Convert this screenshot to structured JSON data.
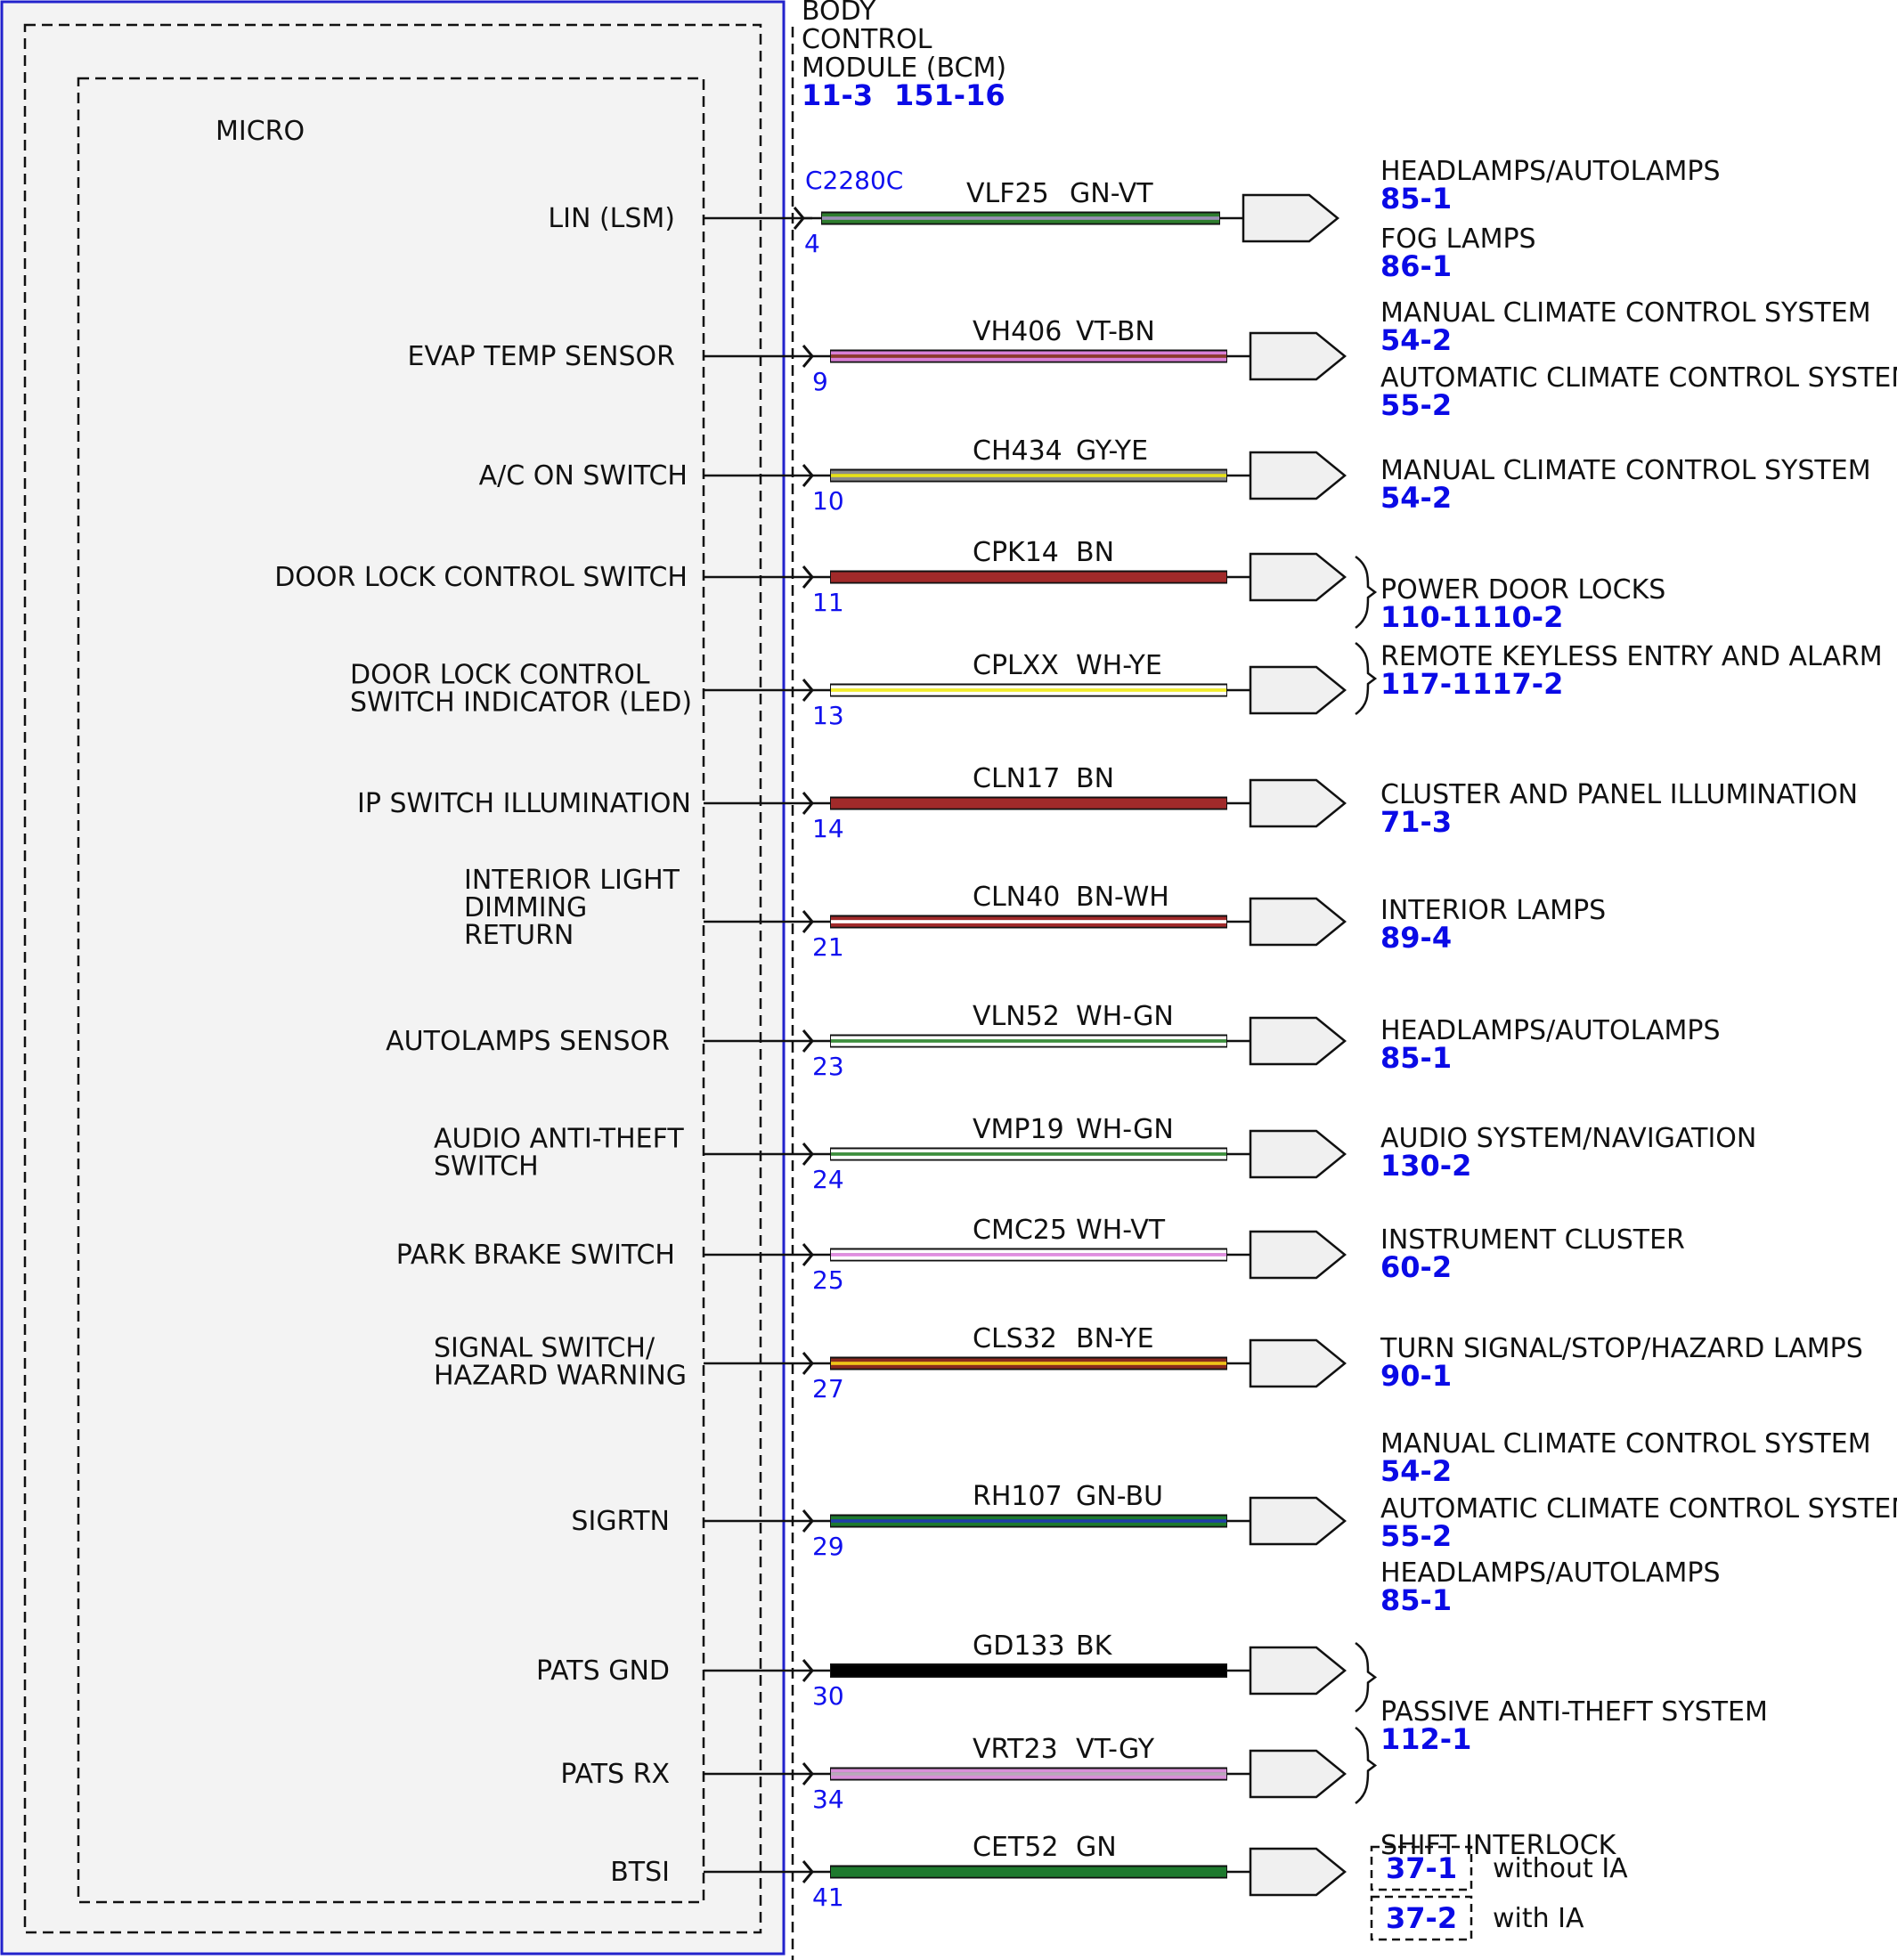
{
  "module": {
    "title_lines": [
      "BODY",
      "CONTROL",
      "MODULE (BCM)"
    ],
    "refs": [
      "11-3",
      "151-16"
    ],
    "inner_label": "MICRO",
    "connector": "C2280C"
  },
  "colors": {
    "module_border": "#2222cc",
    "ref_text": "#0a0ae6",
    "pin_text": "#1010ee",
    "box_fill": "#f3f3f3"
  },
  "circuits": [
    {
      "signal": [
        "LIN (LSM)"
      ],
      "pin": "4",
      "wire": "VLF25",
      "color_code": "GN-VT",
      "stripes": [
        "#2e7d2e",
        "#9a8fb5",
        "#2e7d2e"
      ],
      "thick": false
    },
    {
      "signal": [
        "EVAP TEMP SENSOR"
      ],
      "pin": "9",
      "wire": "VH406",
      "color_code": "VT-BN",
      "stripes": [
        "#d97fd6",
        "#8b3a2b",
        "#d97fd6"
      ],
      "thick": false
    },
    {
      "signal": [
        "A/C ON SWITCH"
      ],
      "pin": "10",
      "wire": "CH434",
      "color_code": "GY-YE",
      "stripes": [
        "#8a8a8a",
        "#e8e21a",
        "#8a8a8a"
      ],
      "thick": false
    },
    {
      "signal": [
        "DOOR LOCK CONTROL SWITCH"
      ],
      "pin": "11",
      "wire": "CPK14",
      "color_code": "BN",
      "stripes": [
        "#a12a2a"
      ],
      "thick": false
    },
    {
      "signal": [
        "DOOR LOCK CONTROL",
        "SWITCH INDICATOR (LED)"
      ],
      "pin": "13",
      "wire": "CPLXX",
      "color_code": "WH-YE",
      "stripes": [
        "#ffffff",
        "#f2ee2a",
        "#ffffff"
      ],
      "thick": false
    },
    {
      "signal": [
        "IP SWITCH ILLUMINATION"
      ],
      "pin": "14",
      "wire": "CLN17",
      "color_code": "BN",
      "stripes": [
        "#a12a2a"
      ],
      "thick": false
    },
    {
      "signal": [
        "INTERIOR LIGHT",
        "DIMMING",
        "RETURN"
      ],
      "pin": "21",
      "wire": "CLN40",
      "color_code": "BN-WH",
      "stripes": [
        "#a12a2a",
        "#ffffff",
        "#a12a2a"
      ],
      "thick": false
    },
    {
      "signal": [
        "AUTOLAMPS SENSOR"
      ],
      "pin": "23",
      "wire": "VLN52",
      "color_code": "WH-GN",
      "stripes": [
        "#ffffff",
        "#3c8f3c",
        "#ffffff"
      ],
      "thick": false
    },
    {
      "signal": [
        "AUDIO ANTI-THEFT",
        "SWITCH"
      ],
      "pin": "24",
      "wire": "VMP19",
      "color_code": "WH-GN",
      "stripes": [
        "#ffffff",
        "#3c8f3c",
        "#ffffff"
      ],
      "thick": false
    },
    {
      "signal": [
        "PARK BRAKE SWITCH"
      ],
      "pin": "25",
      "wire": "CMC25",
      "color_code": "WH-VT",
      "stripes": [
        "#ffffff",
        "#e08de0",
        "#ffffff"
      ],
      "thick": false
    },
    {
      "signal": [
        "SIGNAL SWITCH/",
        "HAZARD WARNING"
      ],
      "pin": "27",
      "wire": "CLS32",
      "color_code": "BN-YE",
      "stripes": [
        "#8b2a1e",
        "#f0c419",
        "#8b2a1e"
      ],
      "thick": false
    },
    {
      "signal": [
        "SIGRTN"
      ],
      "pin": "29",
      "wire": "RH107",
      "color_code": "GN-BU",
      "stripes": [
        "#1e7a2e",
        "#1f3fa8",
        "#1e7a2e"
      ],
      "thick": false
    },
    {
      "signal": [
        "PATS GND"
      ],
      "pin": "30",
      "wire": "GD133",
      "color_code": "BK",
      "stripes": [
        "#000000"
      ],
      "thick": true
    },
    {
      "signal": [
        "PATS RX"
      ],
      "pin": "34",
      "wire": "VRT23",
      "color_code": "VT-GY",
      "stripes": [
        "#d98fd8",
        "#b9a9b9",
        "#d98fd8"
      ],
      "thick": false
    },
    {
      "signal": [
        "BTSI"
      ],
      "pin": "41",
      "wire": "CET52",
      "color_code": "GN",
      "stripes": [
        "#1e7a2e"
      ],
      "thick": false
    }
  ],
  "destinations": [
    {
      "name": "HEADLAMPS/AUTOLAMPS",
      "refs": [
        "85-1"
      ]
    },
    {
      "name": "FOG LAMPS",
      "refs": [
        "86-1"
      ]
    },
    {
      "name": "MANUAL CLIMATE CONTROL SYSTEM",
      "refs": [
        "54-2"
      ]
    },
    {
      "name": "AUTOMATIC CLIMATE CONTROL SYSTEM",
      "refs": [
        "55-2"
      ]
    },
    {
      "name": "MANUAL CLIMATE CONTROL SYSTEM",
      "refs": [
        "54-2"
      ]
    },
    {
      "name": "POWER DOOR LOCKS",
      "refs": [
        "110-1",
        "110-2"
      ]
    },
    {
      "name": "REMOTE KEYLESS ENTRY AND ALARM",
      "refs": [
        "117-1",
        "117-2"
      ]
    },
    {
      "name": "CLUSTER AND PANEL ILLUMINATION",
      "refs": [
        "71-3"
      ]
    },
    {
      "name": "INTERIOR LAMPS",
      "refs": [
        "89-4"
      ]
    },
    {
      "name": "HEADLAMPS/AUTOLAMPS",
      "refs": [
        "85-1"
      ]
    },
    {
      "name": "AUDIO SYSTEM/NAVIGATION",
      "refs": [
        "130-2"
      ]
    },
    {
      "name": "INSTRUMENT CLUSTER",
      "refs": [
        "60-2"
      ]
    },
    {
      "name": "TURN SIGNAL/STOP/HAZARD LAMPS",
      "refs": [
        "90-1"
      ]
    },
    {
      "name": "MANUAL CLIMATE CONTROL SYSTEM",
      "refs": [
        "54-2"
      ]
    },
    {
      "name": "AUTOMATIC CLIMATE CONTROL SYSTEM",
      "refs": [
        "55-2"
      ]
    },
    {
      "name": "HEADLAMPS/AUTOLAMPS",
      "refs": [
        "85-1"
      ]
    },
    {
      "name": "PASSIVE ANTI-THEFT SYSTEM",
      "refs": [
        "112-1"
      ]
    },
    {
      "name": "SHIFT INTERLOCK",
      "refs": []
    }
  ],
  "options": [
    {
      "ref": "37-1",
      "label": "without IA"
    },
    {
      "ref": "37-2",
      "label": "with IA"
    }
  ]
}
